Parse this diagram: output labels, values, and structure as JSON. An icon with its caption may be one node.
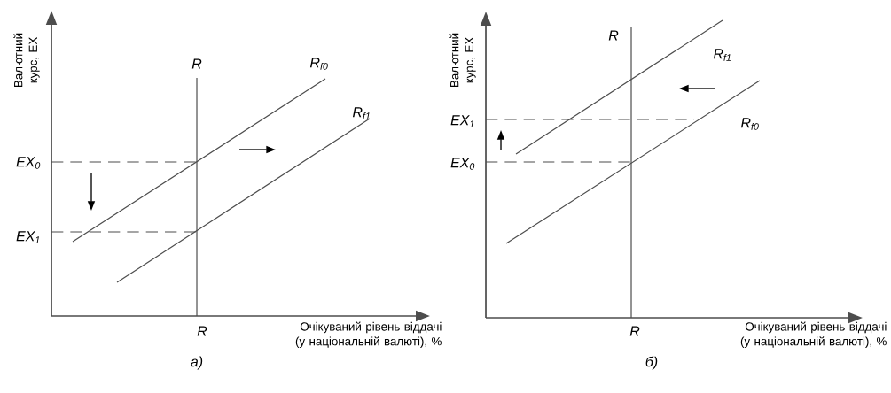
{
  "diagram": {
    "labels": [
      "Валютний курс, EX",
      "R",
      "R$_{f0}$",
      "R$_{f1}$",
      "EX$_{0}$",
      "EX$_{1}$",
      "R",
      "Очікуваний рівень віддачі (у національній валюті), %",
      "а)",
      "Валютний курс, EX",
      "R",
      "R$_{f1}$",
      "EX$_{1}$",
      "R$_{f0}$",
      "EX$_{0}$",
      "R",
      "Очікуваний рівень віддачі (у національній валюті), %",
      "б)"
    ]
  }
}
